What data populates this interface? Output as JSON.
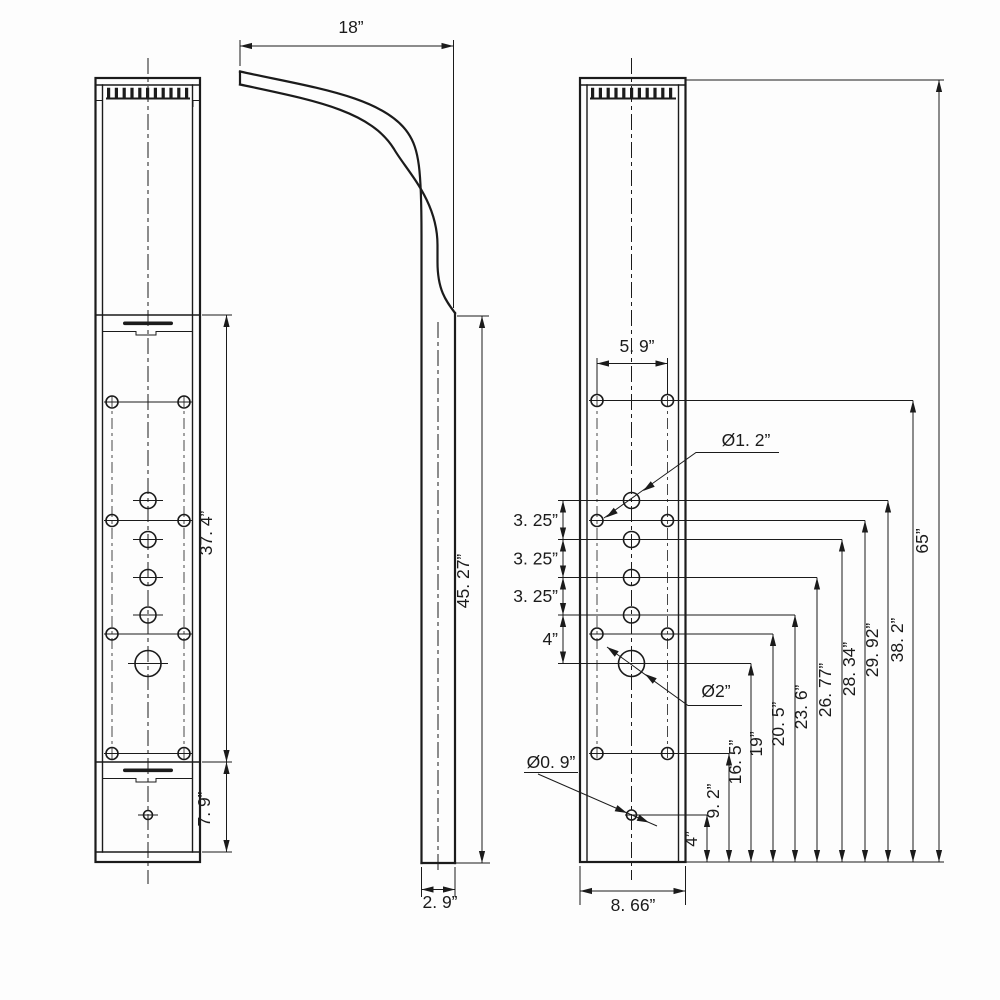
{
  "drawing": {
    "type": "shower-panel-technical-drawing",
    "line_color": "#1b1b1b",
    "background": "#fdfdfd",
    "front": {
      "height": "37. 4”",
      "lower_height": "7. 9”"
    },
    "side": {
      "top_depth": "18”",
      "height": "45. 27”",
      "thickness": "2. 9”"
    },
    "back": {
      "hole_spacing": "5. 9”",
      "dia_mid": "Ø1. 2”",
      "dia_large": "Ø2”",
      "dia_small": "Ø0. 9”",
      "spacing_stack": [
        "3. 25”",
        "3. 25”",
        "3. 25”",
        "4”"
      ],
      "height_stack": [
        "4”",
        "9. 2”",
        "16. 5”",
        "19”",
        "20. 5”",
        "23. 6”",
        "26. 77”",
        "28. 34”",
        "29. 92”",
        "38. 2”",
        "65”"
      ],
      "bottom_width": "8. 66”"
    }
  }
}
